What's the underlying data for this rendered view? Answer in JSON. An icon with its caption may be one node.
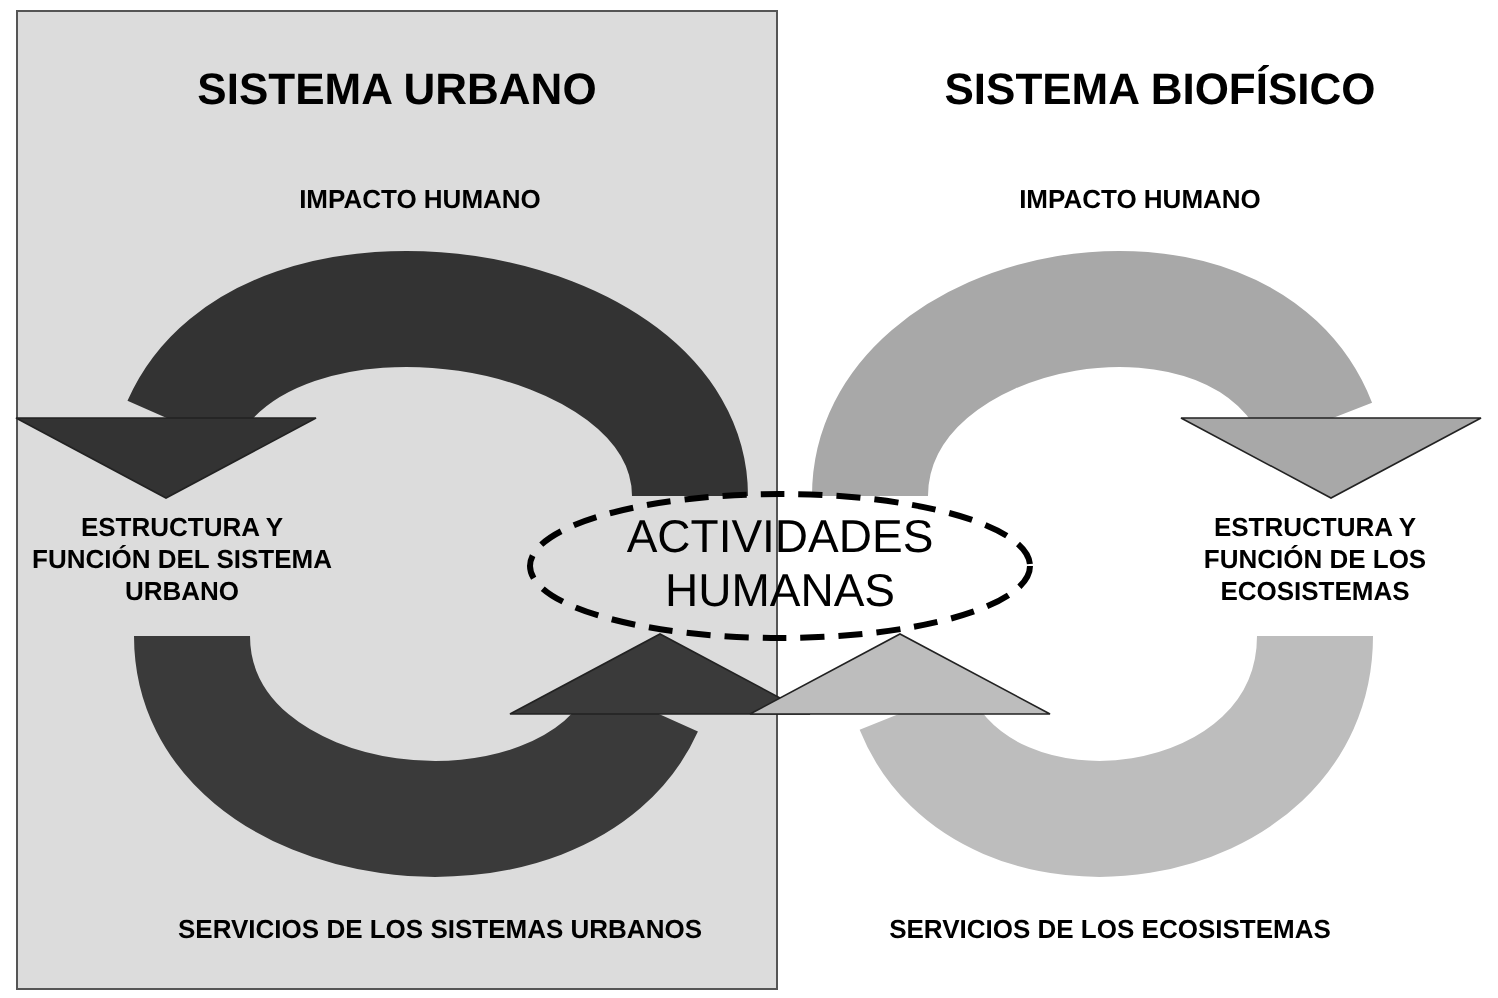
{
  "diagram": {
    "nodes": [
      {
        "text": [
          "SISTEMA URBANO"
        ]
      },
      {
        "text": [
          "ESTRUCTURA Y FUNCIÓN DEL SISTEMA URBANO"
        ],
        "in": 0
      },
      {
        "text": [
          "ACTIVIDADES HUMANAS"
        ]
      },
      {
        "text": [
          "ESTRUCTURA Y FUNCIÓN DE LOS ECOSISTEMAS"
        ]
      }
    ],
    "edges": [
      {
        "from": 2,
        "to": 1,
        "arrow": "to",
        "label": "IMPACTO HUMANO",
        "color": "#333333"
      },
      {
        "from": 1,
        "to": 2,
        "arrow": "to",
        "label": "SERVICIOS DE LOS SISTEMAS URBANOS",
        "color": "#3a3a3a"
      },
      {
        "from": 2,
        "to": 3,
        "arrow": "to",
        "label": "IMPACTO HUMANO",
        "color": "#a8a8a8"
      },
      {
        "from": 3,
        "to": 2,
        "arrow": "to",
        "label": "SERVICIOS DE LOS ECOSISTEMAS",
        "color": "#bdbdbd"
      }
    ],
    "labels": [
      "SISTEMA BIOFÍSICO"
    ]
  }
}
